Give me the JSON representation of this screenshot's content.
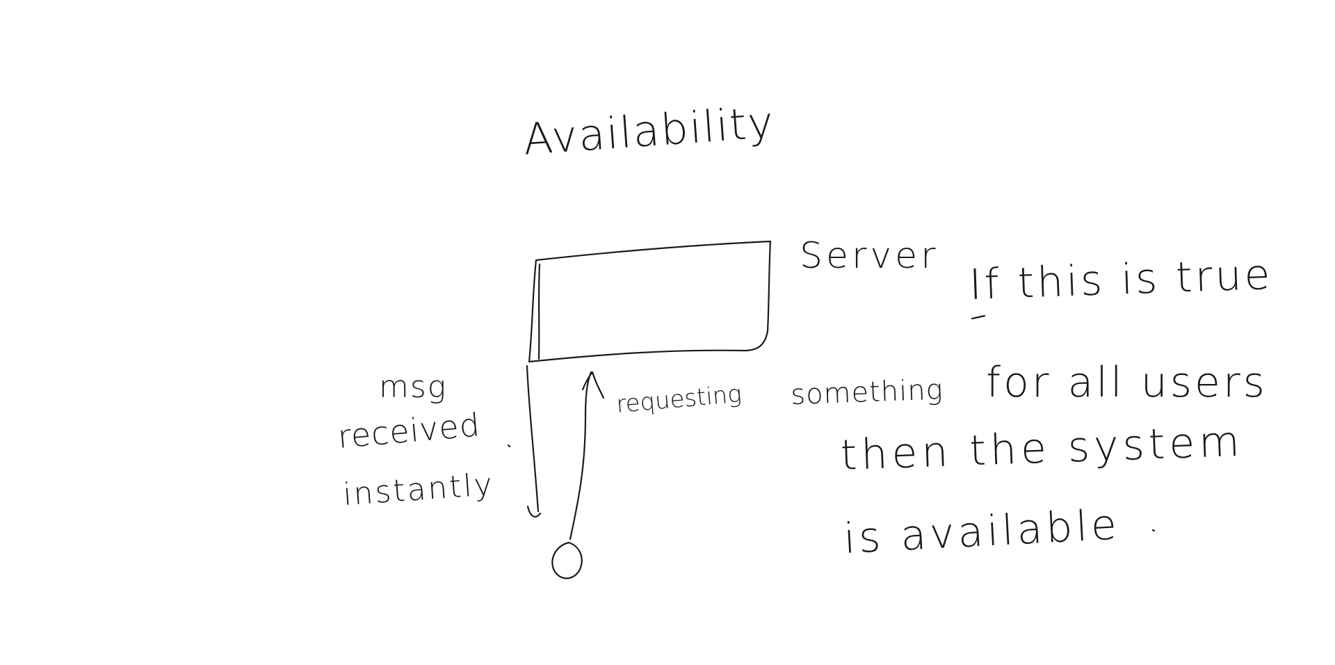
{
  "diagram": {
    "title": "Availability",
    "server_label": "Server",
    "msg_note": {
      "line1": "msg",
      "line2": "received",
      "line3": "instantly"
    },
    "request_label": "requesting",
    "request_label_tail": "something",
    "note": {
      "line1": "If this is true",
      "line2": "for all users",
      "line3": "then the system",
      "line4": "is available"
    },
    "ink_color": "#1a1a1a",
    "background_color": "#ffffff"
  }
}
